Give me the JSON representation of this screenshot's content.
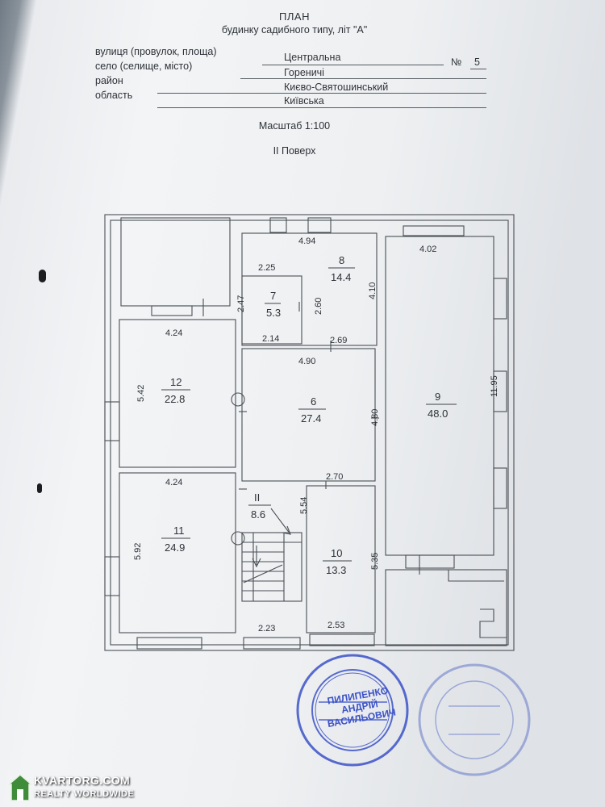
{
  "header": {
    "title": "ПЛАН",
    "subtitle": "будинку садибного типу, літ \"А\""
  },
  "address": {
    "street_label": "вулиця (провулок, площа)",
    "street_value": "Центральна",
    "number_label": "№",
    "number_value": "5",
    "village_label": "село (селище, місто)",
    "village_value": "Гореничі",
    "district_label": "район",
    "district_value": "Києво-Святошинський",
    "region_label": "область",
    "region_value": "Київська"
  },
  "plan": {
    "scale": "Масштаб 1:100",
    "floor": "ІІ Поверх",
    "rooms": {
      "r6": {
        "num": "6",
        "area": "27.4"
      },
      "r7": {
        "num": "7",
        "area": "5.3"
      },
      "r8": {
        "num": "8",
        "area": "14.4"
      },
      "r9": {
        "num": "9",
        "area": "48.0"
      },
      "r10": {
        "num": "10",
        "area": "13.3"
      },
      "r11": {
        "num": "11",
        "area": "24.9"
      },
      "r12": {
        "num": "12",
        "area": "22.8"
      },
      "hall": {
        "num": "ІІ",
        "area": "8.6"
      }
    },
    "dims": {
      "r8_w": "4.94",
      "r7_top": "2.25",
      "r8_h": "4.10",
      "r7_h1": "2.47",
      "r7_h2": "2.60",
      "r7_w": "2.14",
      "door": "2.69",
      "r9_w": "4.02",
      "r9_h": "11.95",
      "r12_w": "4.24",
      "r12_h": "5.42",
      "r6_w": "4.90",
      "r6_h": "4.80",
      "r11_w": "4.24",
      "r11_h": "5.92",
      "r10_w": "2.70",
      "hall_h": "5.54",
      "r10_h": "5.35",
      "stair_w": "2.23",
      "r10_bottom": "2.53"
    }
  },
  "stamp": {
    "line1": "ПИЛИПЕНКО",
    "line2": "АНДРІЙ",
    "line3": "ВАСИЛЬОВИЧ"
  },
  "watermark": {
    "brand": "KVARTORG.COM",
    "tagline": "REALTY WORLDWIDE"
  }
}
